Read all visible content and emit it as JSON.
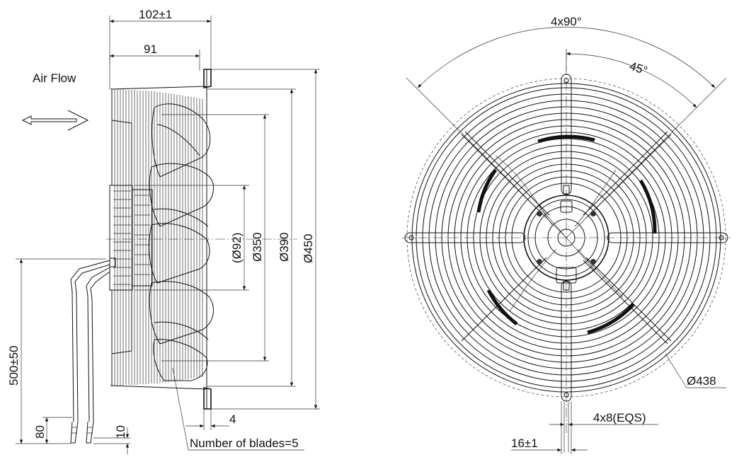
{
  "side_view": {
    "air_flow_label": "Air Flow",
    "dims": {
      "depth_total": "102±1",
      "depth_inner": "91",
      "hub": "(Ø92)",
      "d350": "Ø350",
      "d390": "Ø390",
      "d450": "Ø450",
      "gap": "4",
      "cable": "500±50",
      "strip": "80",
      "end": "10"
    },
    "blades_note": "Number of blades=5"
  },
  "front_view": {
    "dims": {
      "angle_total": "4x90°",
      "angle_half": "45°",
      "d438": "Ø438",
      "holes": "4x8(EQS)",
      "bracket": "16±1"
    }
  }
}
